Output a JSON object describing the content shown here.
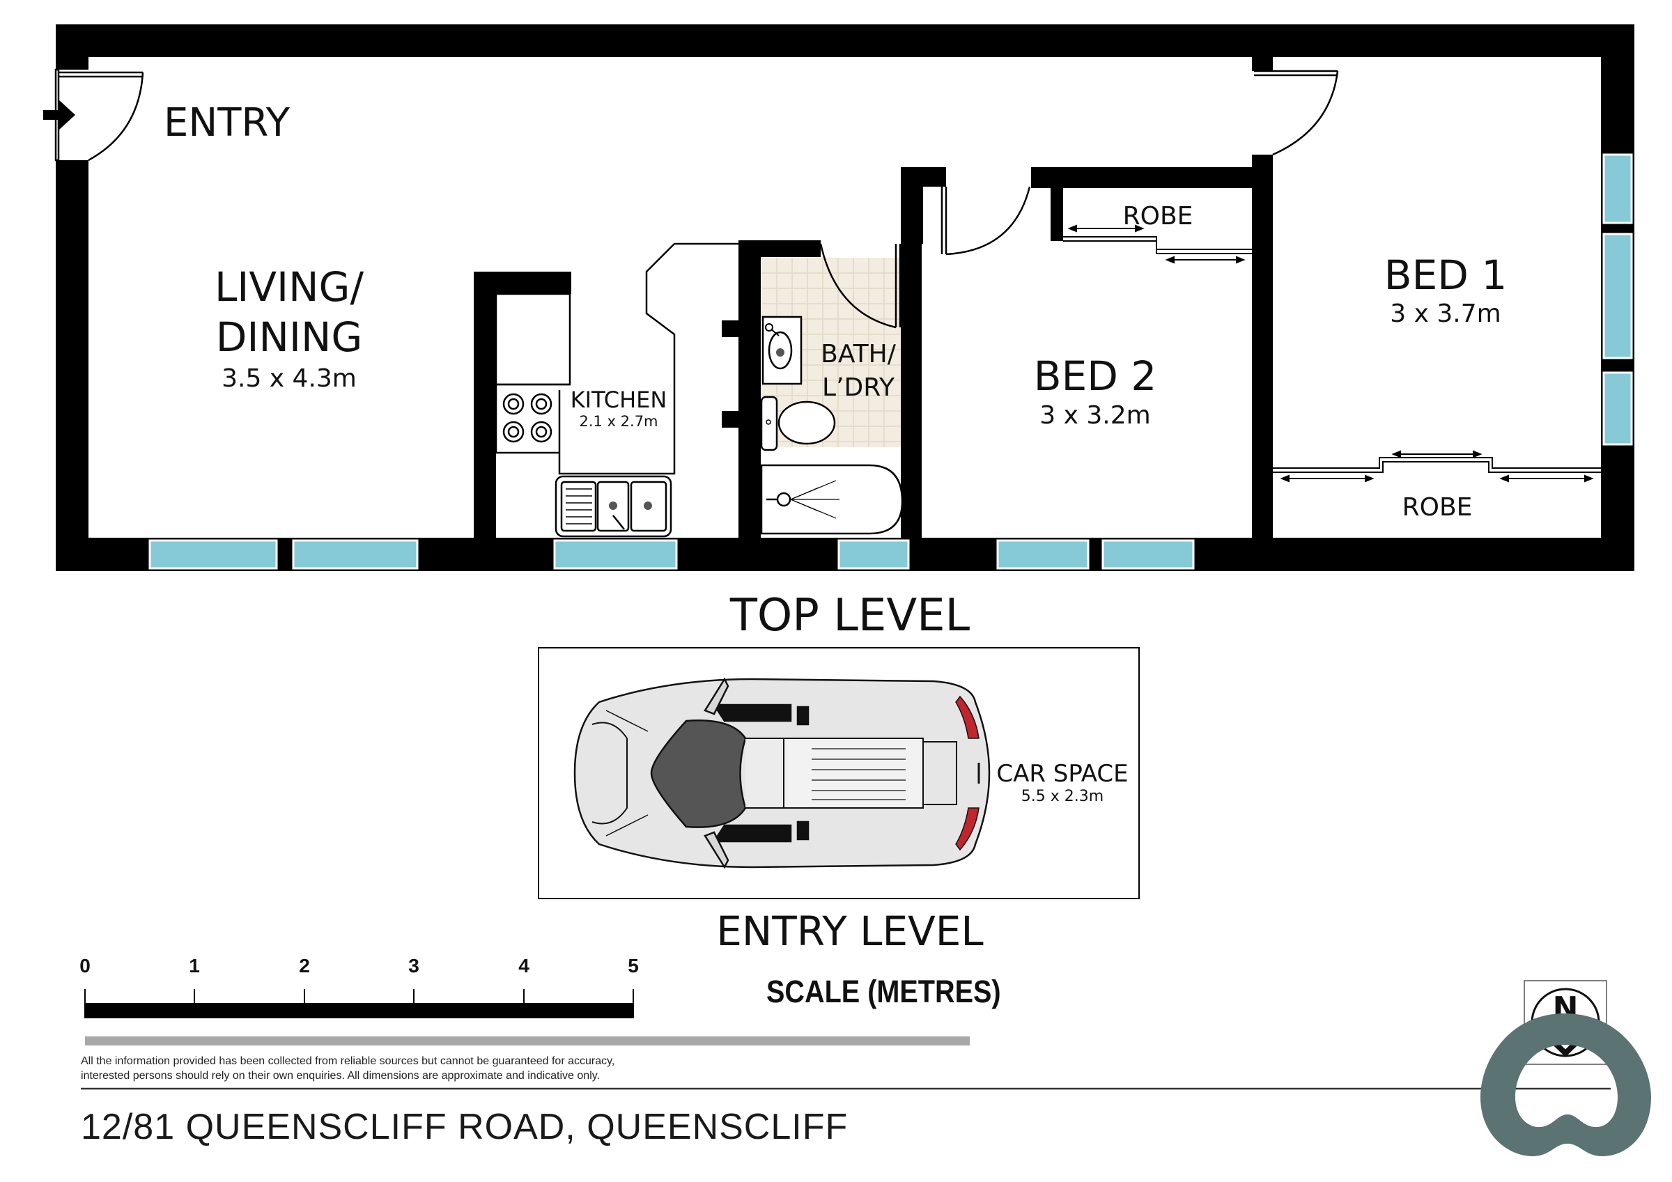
{
  "levels": {
    "top": "TOP LEVEL",
    "entry": "ENTRY LEVEL"
  },
  "rooms": {
    "entry": {
      "name": "ENTRY"
    },
    "living": {
      "name_line1": "LIVING/",
      "name_line2": "DINING",
      "dims": "3.5 x 4.3m"
    },
    "kitchen": {
      "name": "KITCHEN",
      "dims": "2.1 x 2.7m"
    },
    "bath": {
      "name_line1": "BATH/",
      "name_line2": "L’DRY"
    },
    "bed2": {
      "name": "BED 2",
      "dims": "3 x 3.2m"
    },
    "bed1": {
      "name": "BED 1",
      "dims": "3 x 3.7m"
    },
    "robe_bed2": {
      "name": "ROBE"
    },
    "robe_bed1": {
      "name": "ROBE"
    },
    "car": {
      "name": "CAR SPACE",
      "dims": "5.5 x 2.3m"
    }
  },
  "scale": {
    "title": "SCALE (METRES)",
    "ticks": [
      "0",
      "1",
      "2",
      "3",
      "4",
      "5"
    ]
  },
  "compass": {
    "label": "N"
  },
  "disclaimer": {
    "line1": "All the information provided has been collected from reliable sources but cannot be guaranteed for accuracy,",
    "line2": "interested persons should rely on their own enquiries. All dimensions are approximate and indicative only."
  },
  "address": "12/81 QUEENSCLIFF ROAD, QUEENSCLIFF",
  "colors": {
    "wall": "#000000",
    "window": "#86c9d7",
    "tile": "#f3ece0",
    "car_body": "#e4e4e4",
    "car_glass": "#555555",
    "tail_light": "#c0262d",
    "logo": "#5b7373",
    "rule": "#a8a8a8"
  },
  "icons": [
    "entry-arrow-icon",
    "north-arrow-icon",
    "brand-logo-icon",
    "car-icon"
  ]
}
